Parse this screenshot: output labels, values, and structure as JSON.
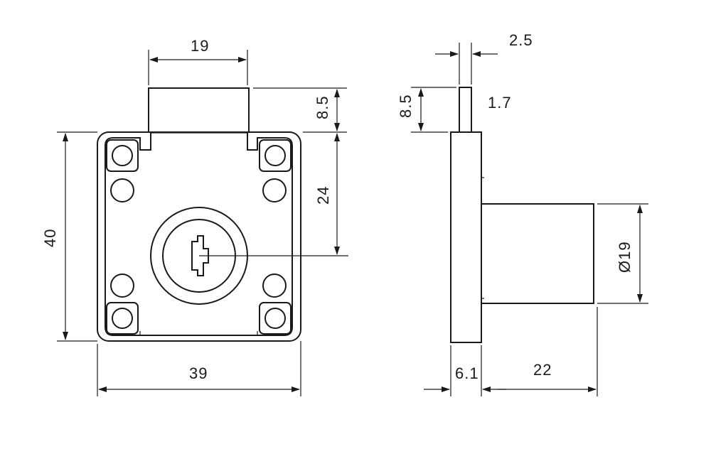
{
  "drawing": {
    "front_view": {
      "dims": {
        "width_top": "19",
        "height_top": "8.5",
        "height_side": "24",
        "height_total": "40",
        "width_bottom": "39"
      }
    },
    "side_view": {
      "dims": {
        "bolt_width": "2.5",
        "bolt_height": "8.5",
        "bolt_thickness": "1.7",
        "cylinder_diameter": "Ø19",
        "plate_thickness": "6.1",
        "cylinder_length": "22"
      }
    }
  }
}
